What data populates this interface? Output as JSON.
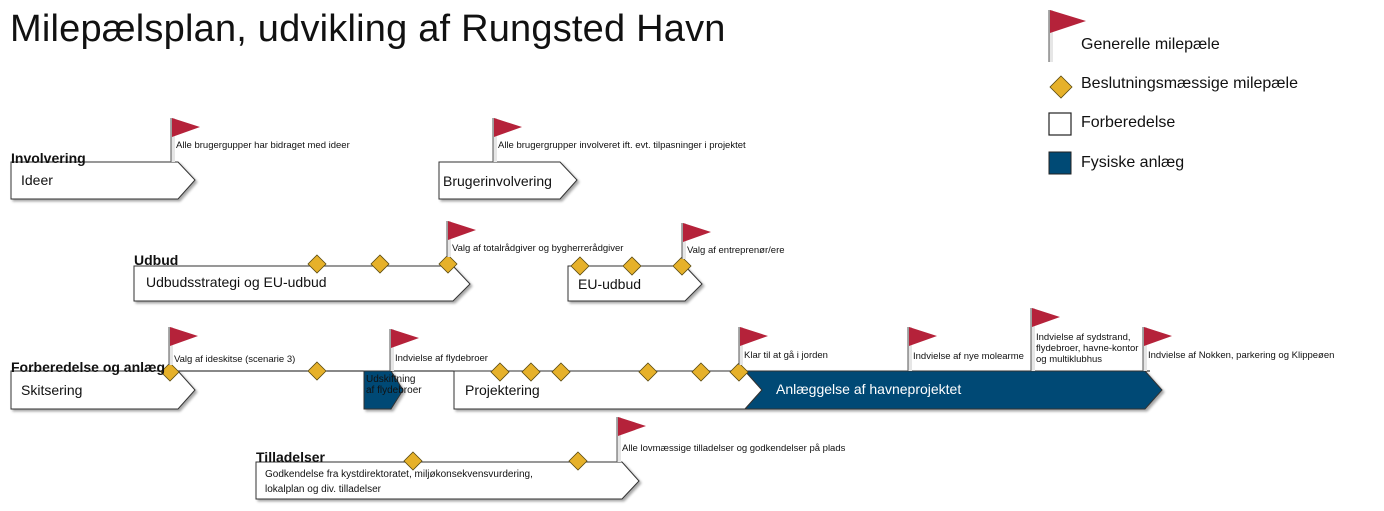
{
  "title": "Milepælsplan, udvikling af Rungsted Havn",
  "colors": {
    "flag": "#b5223a",
    "diamond": "#e6b12a",
    "physical": "#004a75",
    "outline": "#333333"
  },
  "legend": {
    "general_milestones": "Generelle milepæle",
    "decision_milestones": "Beslutningsmæssige milepæle",
    "preparation": "Forberedelse",
    "physical_works": "Fysiske anlæg"
  },
  "sections": {
    "involvering": "Involvering",
    "udbud": "Udbud",
    "forberedelse": "Forberedelse og anlæg",
    "tilladelser": "Tilladelser"
  },
  "bars": {
    "ideer": "Ideer",
    "brugerinvolvering": "Brugerinvolvering",
    "udbudsstrategi": "Udbudsstrategi og EU-udbud",
    "eu_udbud": "EU-udbud",
    "skitsering": "Skitsering",
    "udskiftning": "Udskiftning af flydebroer",
    "projektering": "Projektering",
    "anlaeggelse": "Anlæggelse af havneprojektet",
    "godkendelse": "Godkendelse fra kystdirektoratet, miljøkonsekvensvurdering, lokalplan og div. tilladelser"
  },
  "milestones": {
    "m1": "Alle brugergupper har bidraget med ideer",
    "m2": "Alle brugergrupper involveret ift. evt. tilpasninger i projektet",
    "m3": "Valg af totalrådgiver og bygherrerådgiver",
    "m4": "Valg af entreprenør/ere",
    "m5": "Valg af ideskitse (scenarie 3)",
    "m6": "Indvielse af flydebroer",
    "m7": "Klar til at gå i jorden",
    "m8": "Indvielse af nye molearme",
    "m9": "Indvielse af sydstrand, flydebroer, havne-kontor og multiklubhus",
    "m10": "Indvielse af Nokken, parkering og Klippeøen",
    "m11": "Alle lovmæssige tilladelser og godkendelser på plads"
  }
}
